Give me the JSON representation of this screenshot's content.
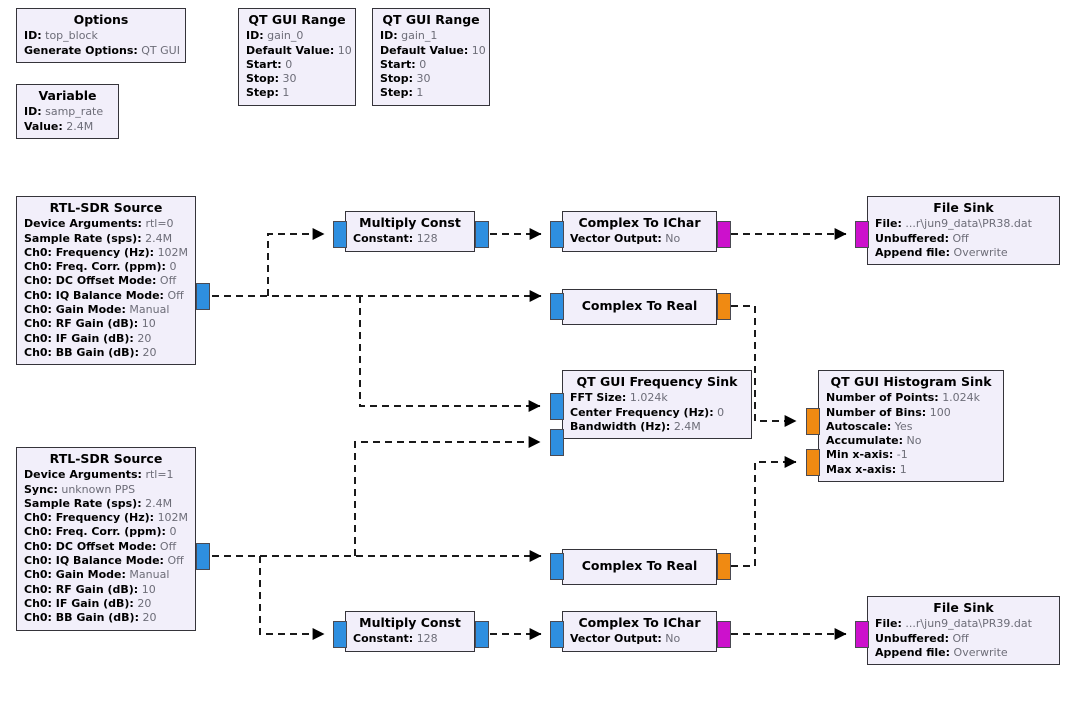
{
  "app": {
    "title": "GNU Radio Companion Flowgraph",
    "background": "#ffffff",
    "block_fill": "#f2effa",
    "block_border": "#35343a",
    "port_complex_color": "#2e8fe0",
    "port_float_color": "#f08a12",
    "port_byte_color": "#cc11cc"
  },
  "blocks": {
    "options": {
      "title": "Options",
      "rows": [
        {
          "key": "ID:",
          "value": "top_block"
        },
        {
          "key": "Generate Options:",
          "value": "QT GUI"
        }
      ]
    },
    "variable": {
      "title": "Variable",
      "rows": [
        {
          "key": "ID:",
          "value": "samp_rate"
        },
        {
          "key": "Value:",
          "value": "2.4M"
        }
      ]
    },
    "range0": {
      "title": "QT GUI Range",
      "rows": [
        {
          "key": "ID:",
          "value": "gain_0"
        },
        {
          "key": "Default Value:",
          "value": "10"
        },
        {
          "key": "Start:",
          "value": "0"
        },
        {
          "key": "Stop:",
          "value": "30"
        },
        {
          "key": "Step:",
          "value": "1"
        }
      ]
    },
    "range1": {
      "title": "QT GUI Range",
      "rows": [
        {
          "key": "ID:",
          "value": "gain_1"
        },
        {
          "key": "Default Value:",
          "value": "10"
        },
        {
          "key": "Start:",
          "value": "0"
        },
        {
          "key": "Stop:",
          "value": "30"
        },
        {
          "key": "Step:",
          "value": "1"
        }
      ]
    },
    "source0": {
      "title": "RTL-SDR Source",
      "rows": [
        {
          "key": "Device Arguments:",
          "value": "rtl=0"
        },
        {
          "key": "Sample Rate (sps):",
          "value": "2.4M"
        },
        {
          "key": "Ch0: Frequency (Hz):",
          "value": "102M"
        },
        {
          "key": "Ch0: Freq. Corr. (ppm):",
          "value": "0"
        },
        {
          "key": "Ch0: DC Offset Mode:",
          "value": "Off"
        },
        {
          "key": "Ch0: IQ Balance Mode:",
          "value": "Off"
        },
        {
          "key": "Ch0: Gain Mode:",
          "value": "Manual"
        },
        {
          "key": "Ch0: RF Gain (dB):",
          "value": "10"
        },
        {
          "key": "Ch0: IF Gain (dB):",
          "value": "20"
        },
        {
          "key": "Ch0: BB Gain (dB):",
          "value": "20"
        }
      ]
    },
    "source1": {
      "title": "RTL-SDR Source",
      "rows": [
        {
          "key": "Device Arguments:",
          "value": "rtl=1"
        },
        {
          "key": "Sync:",
          "value": "unknown PPS"
        },
        {
          "key": "Sample Rate (sps):",
          "value": "2.4M"
        },
        {
          "key": "Ch0: Frequency (Hz):",
          "value": "102M"
        },
        {
          "key": "Ch0: Freq. Corr. (ppm):",
          "value": "0"
        },
        {
          "key": "Ch0: DC Offset Mode:",
          "value": "Off"
        },
        {
          "key": "Ch0: IQ Balance Mode:",
          "value": "Off"
        },
        {
          "key": "Ch0: Gain Mode:",
          "value": "Manual"
        },
        {
          "key": "Ch0: RF Gain (dB):",
          "value": "10"
        },
        {
          "key": "Ch0: IF Gain (dB):",
          "value": "20"
        },
        {
          "key": "Ch0: BB Gain (dB):",
          "value": "20"
        }
      ]
    },
    "multiply0": {
      "title": "Multiply Const",
      "rows": [
        {
          "key": "Constant:",
          "value": "128"
        }
      ]
    },
    "multiply1": {
      "title": "Multiply Const",
      "rows": [
        {
          "key": "Constant:",
          "value": "128"
        }
      ]
    },
    "tochar0": {
      "title": "Complex To IChar",
      "rows": [
        {
          "key": "Vector Output:",
          "value": "No"
        }
      ]
    },
    "tochar1": {
      "title": "Complex To IChar",
      "rows": [
        {
          "key": "Vector Output:",
          "value": "No"
        }
      ]
    },
    "toreal0": {
      "title": "Complex To Real",
      "rows": []
    },
    "toreal1": {
      "title": "Complex To Real",
      "rows": []
    },
    "filesink0": {
      "title": "File Sink",
      "rows": [
        {
          "key": "File:",
          "value": "...r\\jun9_data\\PR38.dat"
        },
        {
          "key": "Unbuffered:",
          "value": "Off"
        },
        {
          "key": "Append file:",
          "value": "Overwrite"
        }
      ]
    },
    "filesink1": {
      "title": "File Sink",
      "rows": [
        {
          "key": "File:",
          "value": "...r\\jun9_data\\PR39.dat"
        },
        {
          "key": "Unbuffered:",
          "value": "Off"
        },
        {
          "key": "Append file:",
          "value": "Overwrite"
        }
      ]
    },
    "freqsink": {
      "title": "QT GUI Frequency Sink",
      "rows": [
        {
          "key": "FFT Size:",
          "value": "1.024k"
        },
        {
          "key": "Center Frequency (Hz):",
          "value": "0"
        },
        {
          "key": "Bandwidth (Hz):",
          "value": "2.4M"
        }
      ]
    },
    "histsink": {
      "title": "QT GUI Histogram Sink",
      "rows": [
        {
          "key": "Number of Points:",
          "value": "1.024k"
        },
        {
          "key": "Number of Bins:",
          "value": "100"
        },
        {
          "key": "Autoscale:",
          "value": "Yes"
        },
        {
          "key": "Accumulate:",
          "value": "No"
        },
        {
          "key": "Min x-axis:",
          "value": "-1"
        },
        {
          "key": "Max x-axis:",
          "value": "1"
        }
      ]
    }
  }
}
